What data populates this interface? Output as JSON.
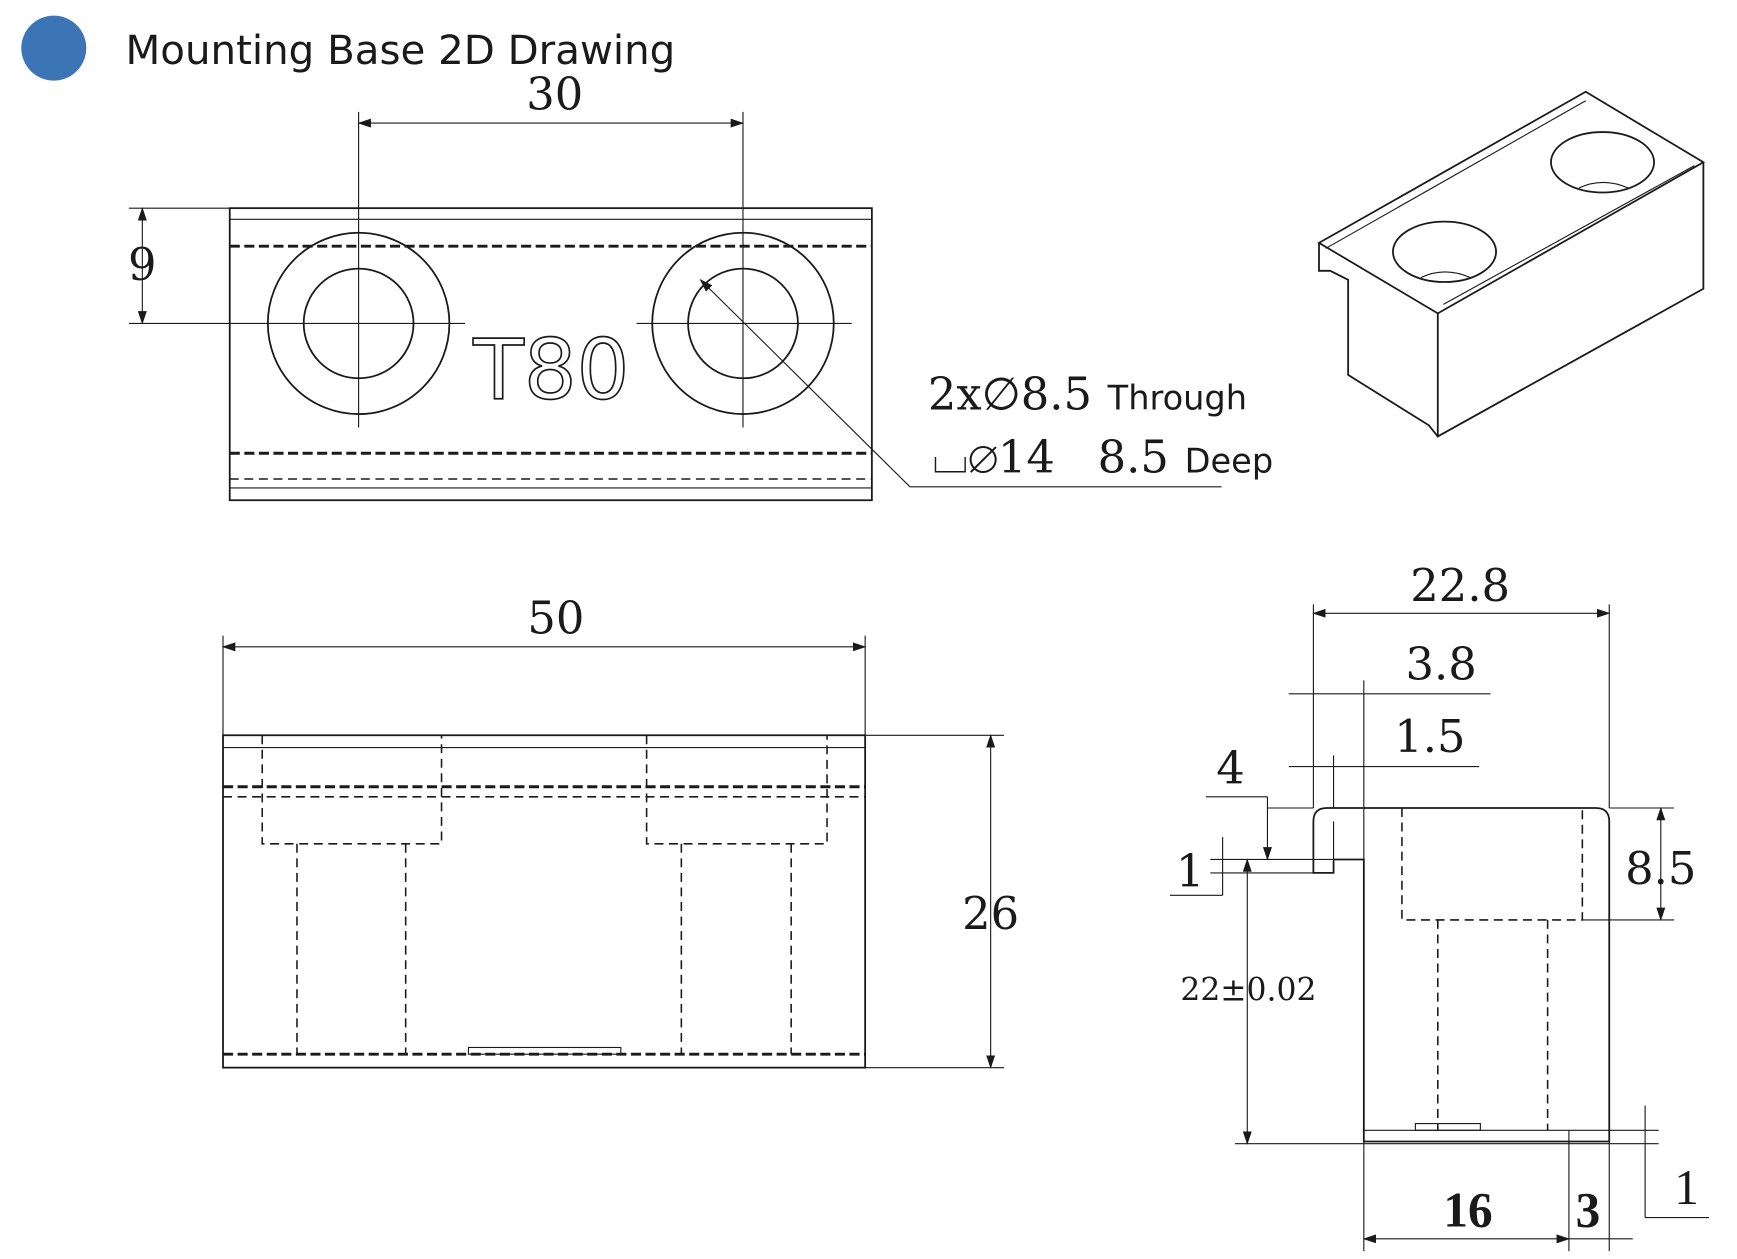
{
  "title": "Mounting Base 2D Drawing",
  "colors": {
    "bullet": "#3b75b6",
    "line": "#1a1a1a"
  },
  "top_view": {
    "engraving": "T80",
    "dim_hole_spacing": "30",
    "dim_hole_offset": "9",
    "callout_line1_main": "2x∅8.5",
    "callout_line1_note": "Through",
    "callout_line2_main": "⌴∅14   8.5",
    "callout_line2_note": "Deep"
  },
  "front_view": {
    "dim_length": "50",
    "dim_height": "26"
  },
  "side_view": {
    "dim_width": "22.8",
    "dim_lip": "3.8",
    "dim_lip_inner": "1.5",
    "dim_lip_depth": "4",
    "dim_step": "1",
    "dim_height_tol": "22±0.02",
    "dim_counterbore": "8.5",
    "dim_base": "16",
    "dim_edge": "3",
    "dim_bottom": "1"
  }
}
